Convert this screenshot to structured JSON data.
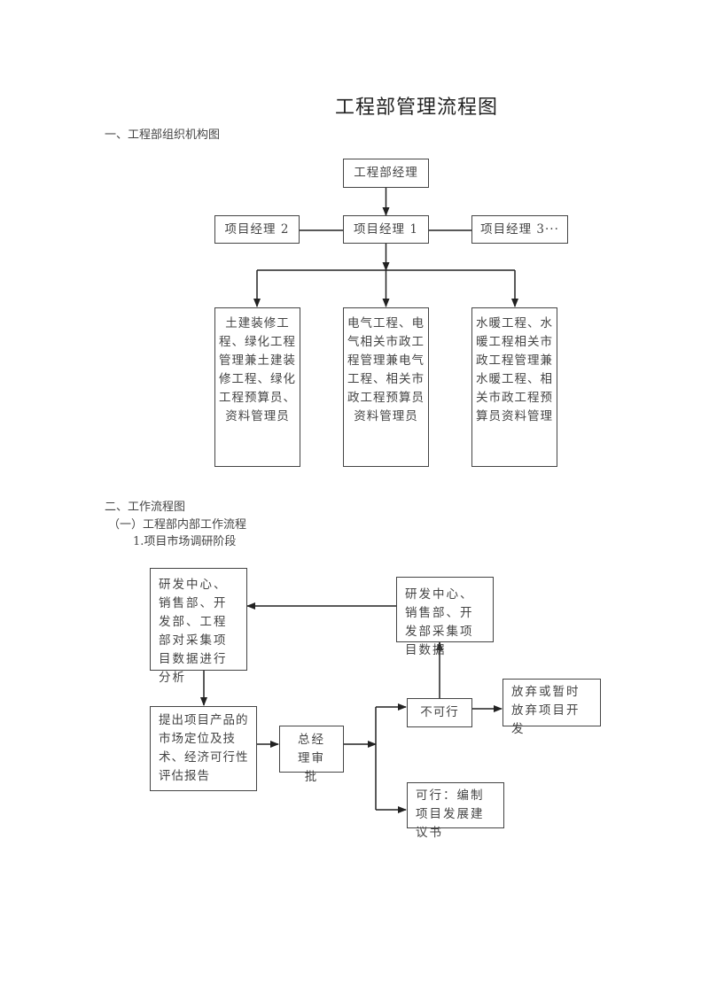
{
  "document": {
    "title": "工程部管理流程图",
    "section1_heading": "一、工程部组织机构图",
    "section2_heading": "二、工作流程图",
    "subsection1_heading": "（一）工程部内部工作流程",
    "step1_heading": "1.项目市场调研阶段"
  },
  "org_chart": {
    "top": "工程部经理",
    "managers": [
      "项目经理 2",
      "项目经理 1",
      "项目经理 3···"
    ],
    "teams": [
      "土建装修工程、绿化工程管理兼土建装修工程、绿化工程预算员、资料管理员",
      "电气工程、电气相关市政工程管理兼电气工程、相关市政工程预算员资料管理员",
      "水暖工程、水暖工程相关市政工程管理兼水暖工程、相关市政工程预算员资料管理"
    ]
  },
  "flow": {
    "collect": "研发中心、销售部、开发部采集项目数据",
    "analyze": "研发中心、销售部、开发部、工程部对采集项目数据进行分析",
    "report": "提出项目产品的市场定位及技术、经济可行性评估报告",
    "approval": "总经理审批",
    "not_feasible": "不可行",
    "abandon": "放弃或暂时放弃项目开发",
    "feasible": "可行：编制项目发展建议书"
  },
  "colors": {
    "line": "#222222",
    "border": "#444444",
    "text": "#444444"
  }
}
